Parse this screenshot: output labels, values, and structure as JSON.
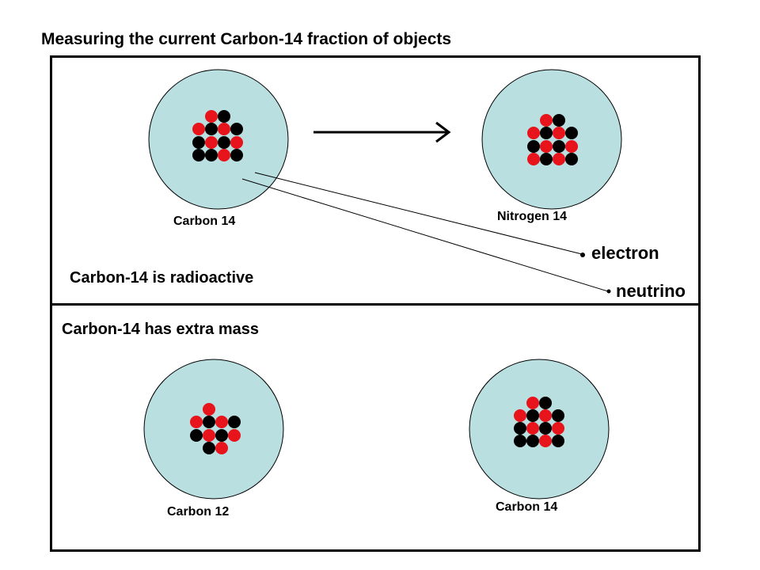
{
  "title": "Measuring the current Carbon-14 fraction of objects",
  "top_panel": {
    "caption": "Carbon-14 is radioactive",
    "atom_left_label": "Carbon 14",
    "atom_right_label": "Nitrogen 14",
    "particle_1": "electron",
    "particle_2": "neutrino"
  },
  "bottom_panel": {
    "caption": "Carbon-14 has extra mass",
    "atom_left_label": "Carbon 12",
    "atom_right_label": "Carbon 14"
  },
  "colors": {
    "atom_fill": "#b9dfe1",
    "proton": "#e8141b",
    "neutron": "#000000"
  }
}
